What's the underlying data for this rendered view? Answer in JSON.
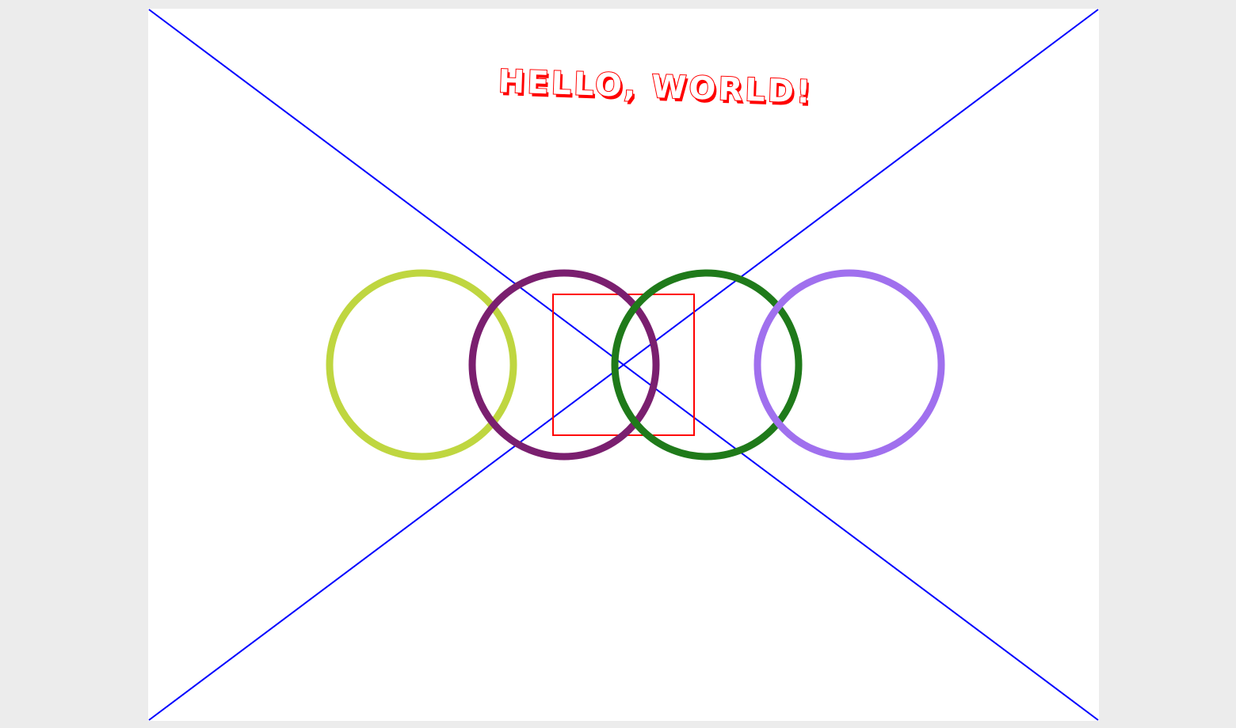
{
  "canvas": {
    "background": "#ffffff",
    "page_background": "#ececec"
  },
  "title": {
    "text": "HELLO,  WORLD!",
    "color": "#ff0000"
  },
  "diagonals": {
    "color": "#0000ff"
  },
  "rectangle": {
    "color": "#ff0000"
  },
  "rings": [
    {
      "name": "ring-yellow-green",
      "color": "#bfd640"
    },
    {
      "name": "ring-purple",
      "color": "#7a1f6f"
    },
    {
      "name": "ring-green",
      "color": "#1f7a1a"
    },
    {
      "name": "ring-lavender",
      "color": "#a070ee"
    }
  ]
}
